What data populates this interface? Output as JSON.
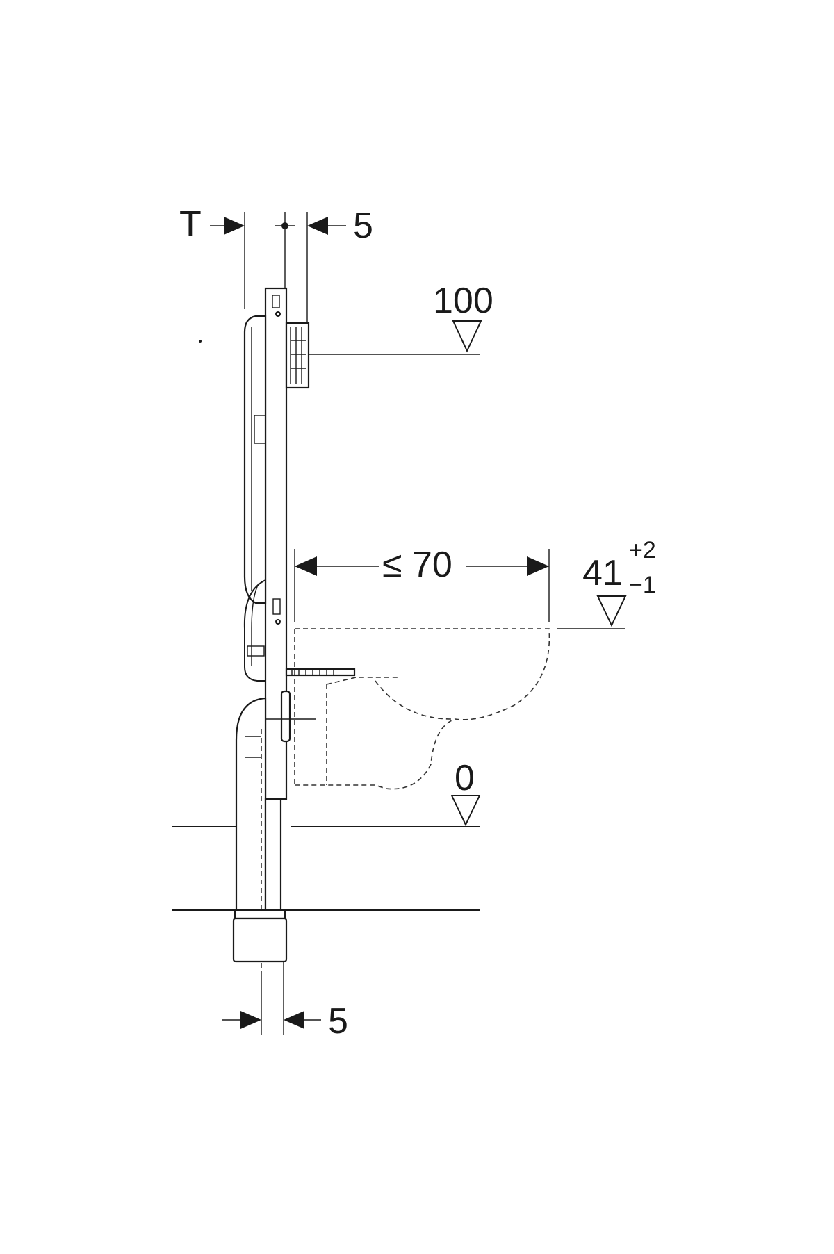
{
  "dimensions": {
    "depth_label": "T",
    "top_offset_label": "5",
    "bottom_offset_label": "5",
    "projection_label": "≤ 70",
    "flush_height_label": "100",
    "bowl_height_label": "41",
    "bowl_tol_plus": "+2",
    "bowl_tol_minus": "−1",
    "floor_level_label": "0"
  },
  "colors": {
    "ink": "#1a1a1a",
    "background": "#ffffff"
  }
}
